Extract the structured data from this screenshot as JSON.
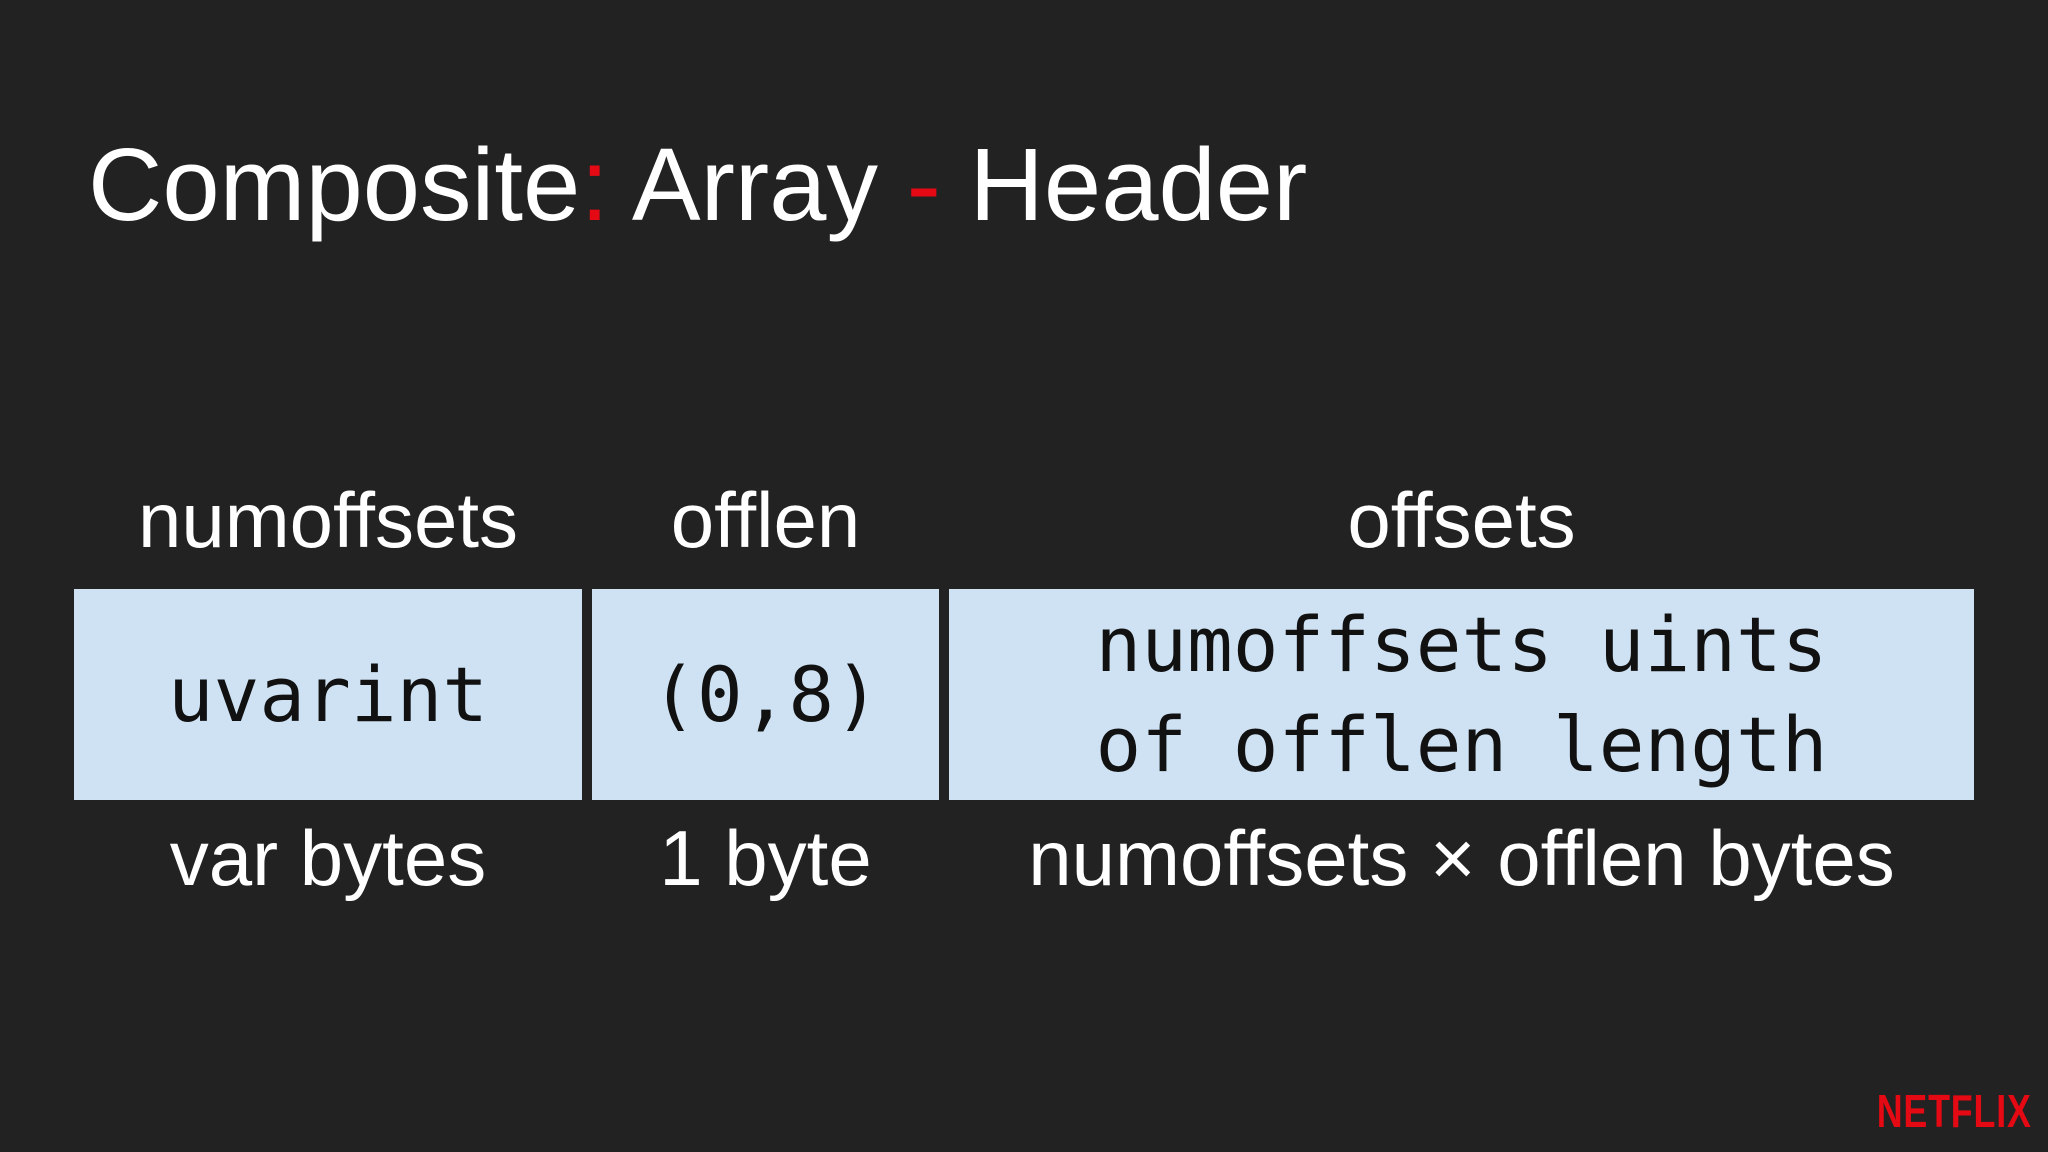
{
  "title": {
    "part1": "Composite",
    "sep1": ":",
    "part2": " Array ",
    "sep2": "-",
    "part3": " Header",
    "accent_color": "#e50914"
  },
  "fields": [
    {
      "name": "numoffsets",
      "type": "uvarint",
      "size": "var bytes"
    },
    {
      "name": "offlen",
      "type": "(0,8)",
      "size": "1 byte"
    },
    {
      "name": "offsets",
      "type_line1": "numoffsets uints",
      "type_line2": "of offlen length",
      "size": "numoffsets × offlen bytes"
    }
  ],
  "colors": {
    "background": "#222222",
    "cell_fill": "#cfe2f3",
    "text": "#ffffff",
    "cell_text": "#111111"
  },
  "logo": "NETFLIX"
}
